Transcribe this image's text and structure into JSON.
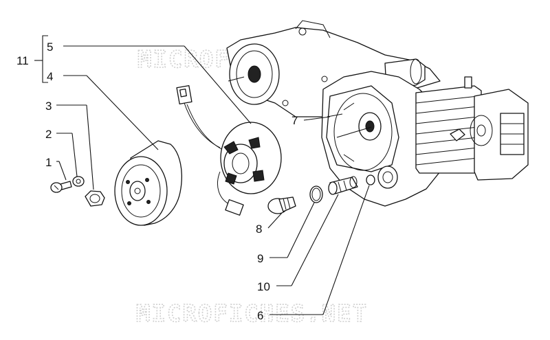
{
  "watermark": {
    "top": "MICROFICHES.NET",
    "bottom": "MICROFICHES.NET"
  },
  "callouts": [
    {
      "id": "c11",
      "text": "11"
    },
    {
      "id": "c5",
      "text": "5"
    },
    {
      "id": "c4",
      "text": "4"
    },
    {
      "id": "c3",
      "text": "3"
    },
    {
      "id": "c2",
      "text": "2"
    },
    {
      "id": "c1",
      "text": "1"
    },
    {
      "id": "c7",
      "text": "7"
    },
    {
      "id": "c8",
      "text": "8"
    },
    {
      "id": "c9",
      "text": "9"
    },
    {
      "id": "c10",
      "text": "10"
    },
    {
      "id": "c6",
      "text": "6"
    }
  ]
}
